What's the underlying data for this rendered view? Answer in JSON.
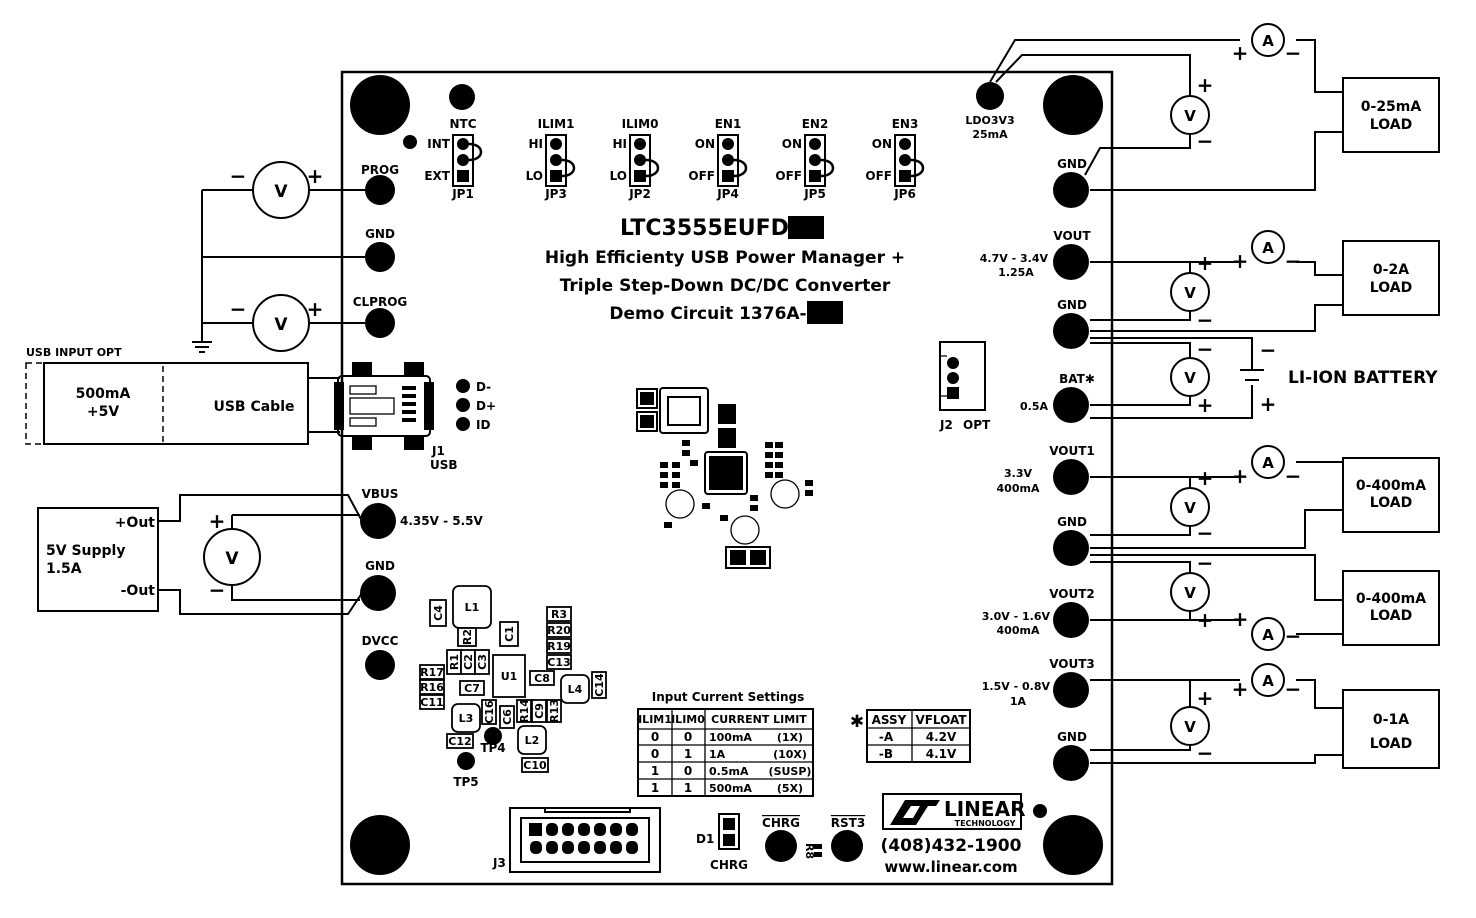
{
  "board": {
    "part_number": "LTC3555EUFD-",
    "title_line1": "High Efficienty USB Power Manager +",
    "title_line2": "Triple Step-Down DC/DC Converter",
    "title_line3": "Demo Circuit 1376A-"
  },
  "jumpers": [
    {
      "name": "NTC",
      "top": "INT",
      "bottom": "EXT",
      "ref": "JP1"
    },
    {
      "name": "ILIM1",
      "top": "HI",
      "bottom": "LO",
      "ref": "JP3"
    },
    {
      "name": "ILIM0",
      "top": "HI",
      "bottom": "LO",
      "ref": "JP2"
    },
    {
      "name": "EN1",
      "top": "ON",
      "bottom": "OFF",
      "ref": "JP4"
    },
    {
      "name": "EN2",
      "top": "ON",
      "bottom": "OFF",
      "ref": "JP5"
    },
    {
      "name": "EN3",
      "top": "ON",
      "bottom": "OFF",
      "ref": "JP6"
    }
  ],
  "left_terminals": {
    "prog": "PROG",
    "gnd1": "GND",
    "clprog": "CLPROG",
    "vbus": "VBUS",
    "vbus_range": "4.35V - 5.5V",
    "gnd2": "GND",
    "dvcc": "DVCC"
  },
  "right_terminals": {
    "ldo": "LDO3V3",
    "ldo_current": "25mA",
    "gnd_a": "GND",
    "vout": "VOUT",
    "vout_range": "4.7V - 3.4V",
    "vout_current": "1.25A",
    "gnd_b": "GND",
    "bat": "BAT✱",
    "bat_current": "0.5A",
    "vout1": "VOUT1",
    "vout1_v": "3.3V",
    "vout1_i": "400mA",
    "gnd_c": "GND",
    "vout2": "VOUT2",
    "vout2_v": "3.0V - 1.6V",
    "vout2_i": "400mA",
    "vout3": "VOUT3",
    "vout3_v": "1.5V - 0.8V",
    "vout3_i": "1A",
    "gnd_d": "GND"
  },
  "loads": {
    "load1_a": "0-25mA",
    "load1_b": "LOAD",
    "load2_a": "0-2A",
    "load2_b": "LOAD",
    "load3_a": "0-400mA",
    "load3_b": "LOAD",
    "load4_a": "0-400mA",
    "load4_b": "LOAD",
    "load5_a": "0-1A",
    "load5_b": "LOAD",
    "battery": "LI-ION BATTERY"
  },
  "meters": {
    "voltmeter": "V",
    "ammeter": "A",
    "plus": "+",
    "minus": "−"
  },
  "usb": {
    "opt_label": "USB INPUT OPT",
    "source_line1": "500mA",
    "source_line2": "+5V",
    "cable": "USB Cable",
    "j1": "J1",
    "j1_name": "USB",
    "d_minus": "D-",
    "d_plus": "D+",
    "id": "ID",
    "j2": "J2",
    "j2_opt": "OPT"
  },
  "supply": {
    "line1": "5V Supply",
    "line2": "1.5A",
    "out_pos": "+Out",
    "out_neg": "-Out"
  },
  "components": [
    "C4",
    "L1",
    "R2",
    "C1",
    "R3",
    "R20",
    "R19",
    "C13",
    "R1",
    "C2",
    "C3",
    "U1",
    "C8",
    "L4",
    "C14",
    "R17",
    "R16",
    "C11",
    "C7",
    "L3",
    "C16",
    "C6",
    "R14",
    "C9",
    "R13",
    "L2",
    "C12",
    "C10"
  ],
  "test_points": {
    "tp4": "TP4",
    "tp5": "TP5"
  },
  "current_table": {
    "title": "Input Current Settings",
    "headers": [
      "ILIM1",
      "ILIM0",
      "CURRENT LIMIT"
    ],
    "rows": [
      [
        "0",
        "0",
        "100mA",
        "(1X)"
      ],
      [
        "0",
        "1",
        "1A",
        "(10X)"
      ],
      [
        "1",
        "0",
        "0.5mA",
        "(SUSP)"
      ],
      [
        "1",
        "1",
        "500mA",
        "(5X)"
      ]
    ]
  },
  "assy_table": {
    "star": "✱",
    "headers": [
      "ASSY",
      "VFLOAT"
    ],
    "rows": [
      [
        "-A",
        "4.2V"
      ],
      [
        "-B",
        "4.1V"
      ]
    ]
  },
  "bottom": {
    "j3": "J3",
    "d1": "D1",
    "d1_name": "CHRG",
    "chrg": "CHRG",
    "r8": "R8",
    "rst3": "RST3",
    "logo_main": "LINEAR",
    "logo_sub": "TECHNOLOGY",
    "phone": "(408)432-1900",
    "web": "www.linear.com"
  }
}
